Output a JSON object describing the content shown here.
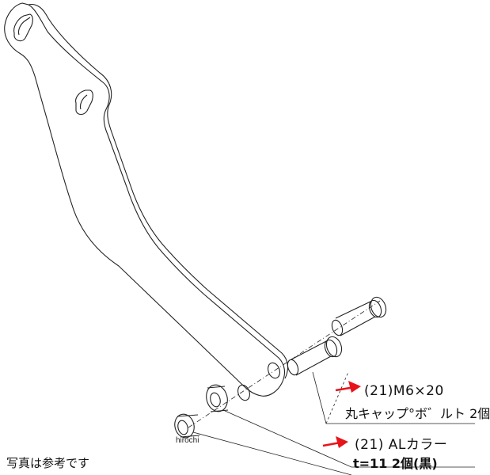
{
  "diagram": {
    "parts": [
      {
        "number": "(21)",
        "spec": "M6×20",
        "name": "丸キャップボルト",
        "quantity": "2個",
        "line1": "(21)M6×20",
        "line2": "丸キャップ°ボ゛ルト 2個"
      },
      {
        "number": "(21)",
        "name": "ALカラー",
        "thickness": "t=11",
        "quantity": "2個",
        "color_note": "(黒)",
        "line1": "(21)  ALカラー",
        "line2": "t=11  2個(黒)"
      }
    ],
    "caption": "写真は参考です",
    "watermark": "hirochi",
    "arrow_color": "#e8141b",
    "line_color": "#222222"
  }
}
